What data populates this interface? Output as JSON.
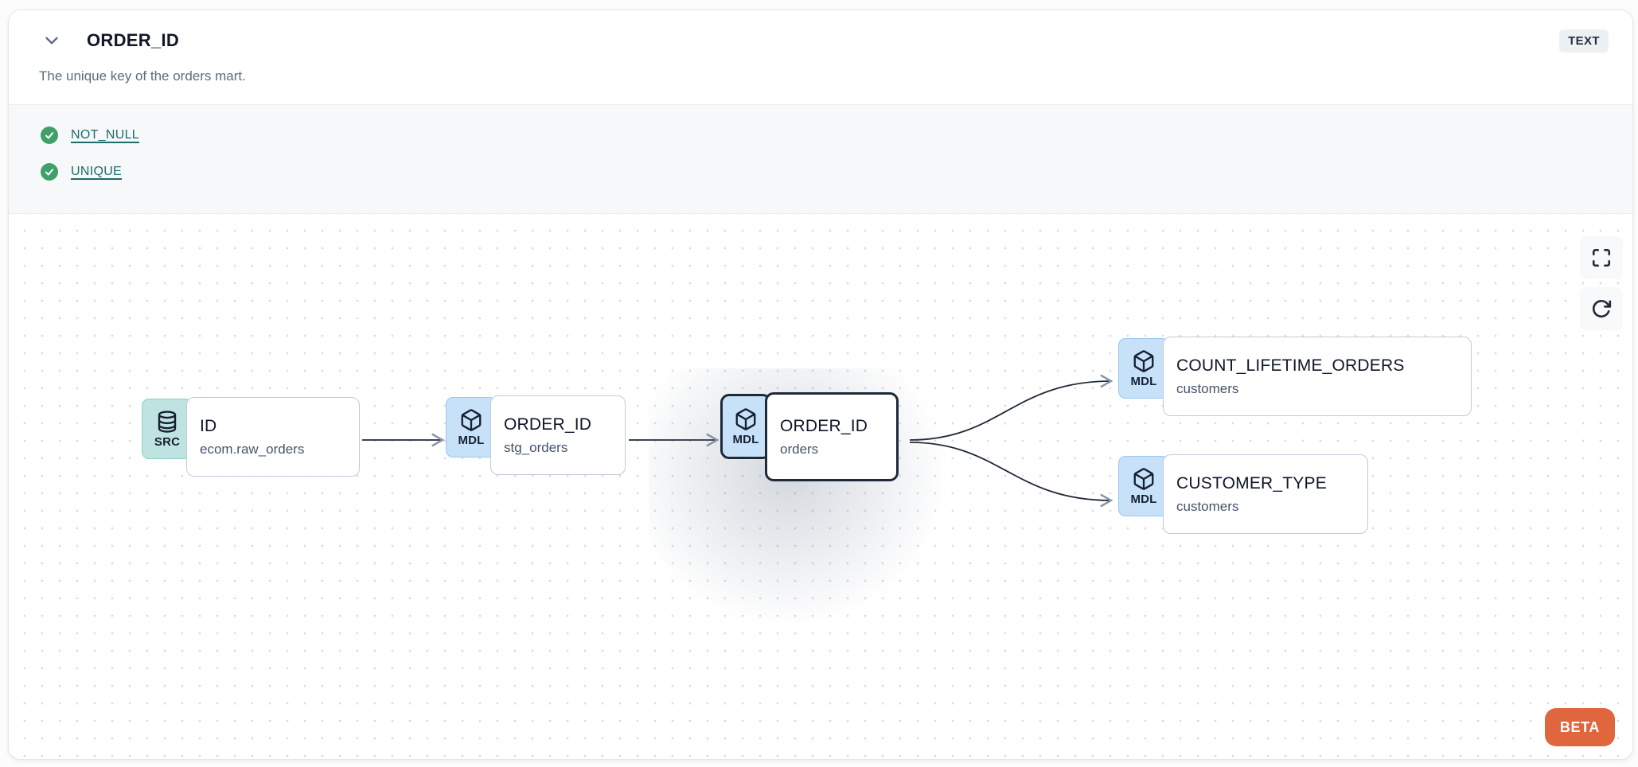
{
  "header": {
    "title": "ORDER_ID",
    "description": "The unique key of the orders mart.",
    "type_badge": "TEXT"
  },
  "tests": {
    "items": [
      {
        "label": "NOT_NULL",
        "status": "passed"
      },
      {
        "label": "UNIQUE",
        "status": "passed"
      }
    ]
  },
  "lineage": {
    "beta_label": "BETA",
    "nodes": [
      {
        "badge": "SRC",
        "icon": "database",
        "title": "ID",
        "subtitle": "ecom.raw_orders",
        "selected": false
      },
      {
        "badge": "MDL",
        "icon": "cube",
        "title": "ORDER_ID",
        "subtitle": "stg_orders",
        "selected": false
      },
      {
        "badge": "MDL",
        "icon": "cube",
        "title": "ORDER_ID",
        "subtitle": "orders",
        "selected": true
      },
      {
        "badge": "MDL",
        "icon": "cube",
        "title": "COUNT_LIFETIME_ORDERS",
        "subtitle": "customers",
        "selected": false
      },
      {
        "badge": "MDL",
        "icon": "cube",
        "title": "CUSTOMER_TYPE",
        "subtitle": "customers",
        "selected": false
      }
    ],
    "edges": [
      {
        "from": 0,
        "to": 1
      },
      {
        "from": 1,
        "to": 2
      },
      {
        "from": 2,
        "to": 3
      },
      {
        "from": 2,
        "to": 4
      }
    ]
  },
  "colors": {
    "check_green": "#3fa169",
    "test_link": "#1d6a6b",
    "beta_orange": "#e0663d",
    "selected_border": "#1e2a3a",
    "accent_teal_badge": "#bfe3e0",
    "accent_blue_badge": "#c7e2f8"
  }
}
